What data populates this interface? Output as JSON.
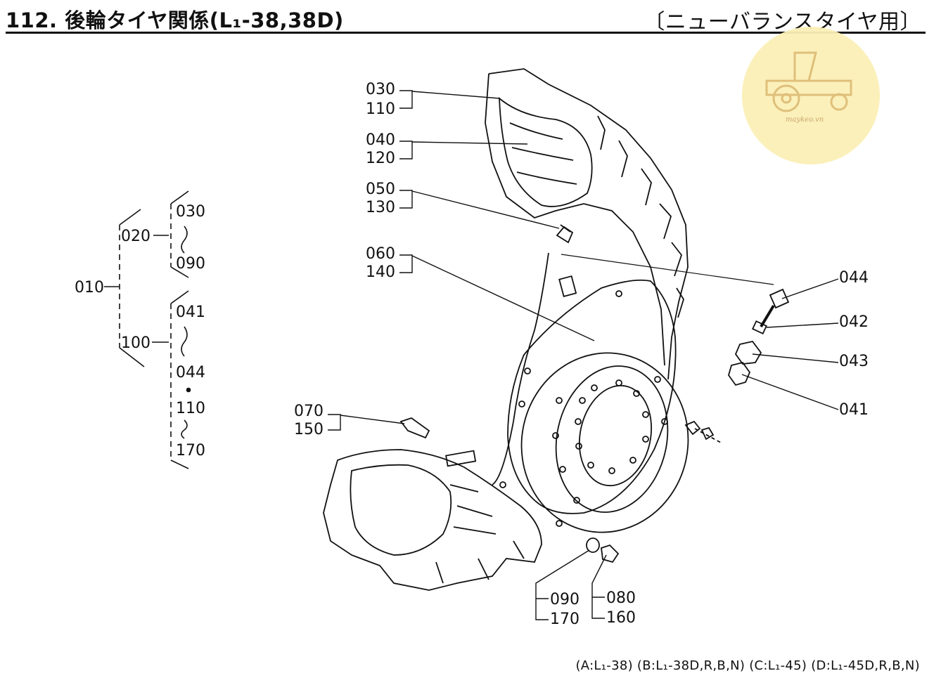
{
  "header": {
    "title_left": "112. 後輪タイヤ関係(L₁-38,38D)",
    "title_right": "〔ニューバランスタイヤ用〕"
  },
  "footer": {
    "models": "(A:L₁-38) (B:L₁-38D,R,B,N) (C:L₁-45) (D:L₁-45D,R,B,N)"
  },
  "watermark": {
    "text": "maykeo.vn",
    "color": "#fbefb6",
    "icon": "tractor-icon"
  },
  "tree": {
    "root": "010",
    "groups": [
      {
        "id": "020",
        "range": [
          "030",
          "090"
        ]
      },
      {
        "id": "100",
        "range": [
          "041",
          "044",
          "110",
          "170"
        ]
      }
    ]
  },
  "callouts": [
    {
      "id": "c-030",
      "top": "030",
      "bottom": "110"
    },
    {
      "id": "c-040",
      "top": "040",
      "bottom": "120"
    },
    {
      "id": "c-050",
      "top": "050",
      "bottom": "130"
    },
    {
      "id": "c-060",
      "top": "060",
      "bottom": "140"
    },
    {
      "id": "c-070",
      "top": "070",
      "bottom": "150"
    },
    {
      "id": "c-090",
      "top": "090",
      "bottom": "170"
    },
    {
      "id": "c-080",
      "top": "080",
      "bottom": "160"
    }
  ],
  "valve_parts": [
    "044",
    "042",
    "043",
    "041"
  ]
}
